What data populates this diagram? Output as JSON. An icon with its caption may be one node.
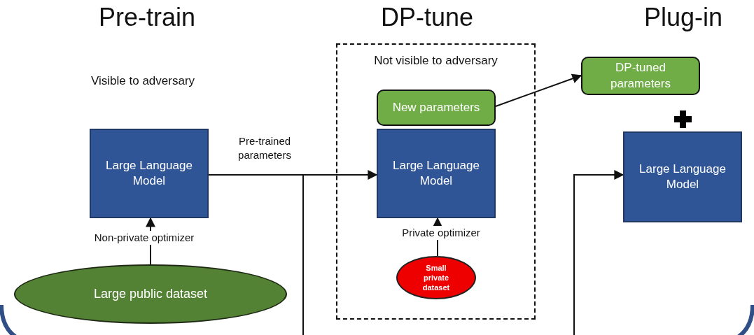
{
  "diagram": {
    "nodes": [
      {
        "text": [
          "Large Language Model"
        ]
      },
      {
        "text": [
          "Large public dataset"
        ]
      },
      {
        "text": [
          "Not visible to adversary"
        ]
      },
      {
        "text": [
          "New parameters"
        ],
        "in": 2
      },
      {
        "text": [
          "Large Language Model"
        ],
        "in": 2
      },
      {
        "text": [
          "Small private dataset"
        ],
        "in": 2
      },
      {
        "text": [
          "DP-tuned parameters"
        ]
      },
      {
        "text": [
          "Large Language Model"
        ]
      }
    ],
    "edges": [
      {
        "from": 1,
        "to": 0,
        "arrow": "to",
        "label": "Non-private optimizer"
      },
      {
        "from": 0,
        "to": 4,
        "arrow": "to",
        "label": "Pre-trained parameters"
      },
      {
        "from": 0,
        "to": 7,
        "arrow": "to"
      },
      {
        "from": 5,
        "to": 4,
        "arrow": "to",
        "label": "Private optimizer"
      },
      {
        "from": 3,
        "to": 6,
        "arrow": "to"
      }
    ],
    "labels": [
      "Pre-train",
      "DP-tune",
      "Plug-in",
      "Visible to adversary"
    ]
  }
}
